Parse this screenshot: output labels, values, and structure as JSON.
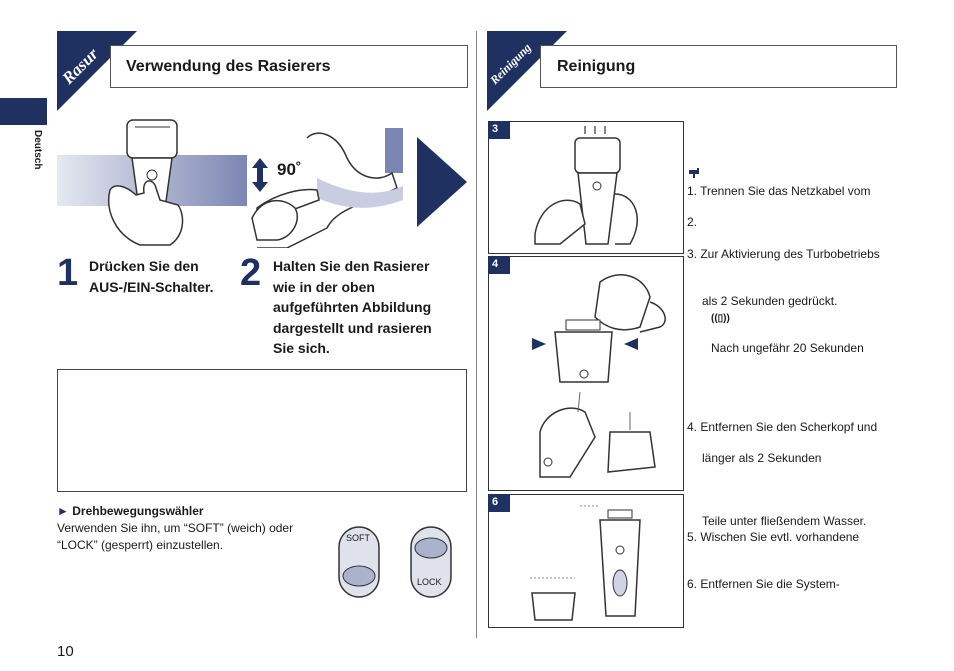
{
  "side_tab": {
    "language": "Deutsch"
  },
  "left": {
    "banner": "Rasur",
    "header": "Verwendung des Rasierers",
    "angle_label": "90˚",
    "steps": [
      {
        "number": "1",
        "text_lines": [
          "Drücken Sie den",
          "AUS-/EIN-Schalter."
        ]
      },
      {
        "number": "2",
        "text_lines": [
          "Halten Sie den Rasierer",
          "wie in der oben",
          "aufgeführten Abbildung",
          "dargestellt und rasieren",
          "Sie sich."
        ]
      }
    ],
    "dial_heading": "Drehbewegungswähler",
    "dial_desc_lines": [
      "Verwenden Sie ihn, um “SOFT” (weich) oder",
      "“LOCK” (gesperrt) einzustellen."
    ],
    "dial_labels": {
      "soft": "SOFT",
      "lock": "LOCK"
    }
  },
  "right": {
    "banner": "Reinigung",
    "header": "Reinigung",
    "panels": [
      {
        "number": "3"
      },
      {
        "number": "4"
      },
      {
        "number": "6"
      }
    ],
    "lines": [
      "1.  Trennen Sie das Netzkabel vom",
      "2.",
      "3.  Zur Aktivierung des Turbobetriebs",
      "als 2 Sekunden gedrückt.",
      "Nach ungefähr 20 Sekunden",
      "4.  Entfernen Sie den Scherkopf und",
      "länger als 2 Sekunden",
      "Teile unter fließendem Wasser.",
      "5.  Wischen Sie evtl. vorhandene",
      "6.  Entfernen Sie die System-"
    ]
  },
  "page_number": "10"
}
